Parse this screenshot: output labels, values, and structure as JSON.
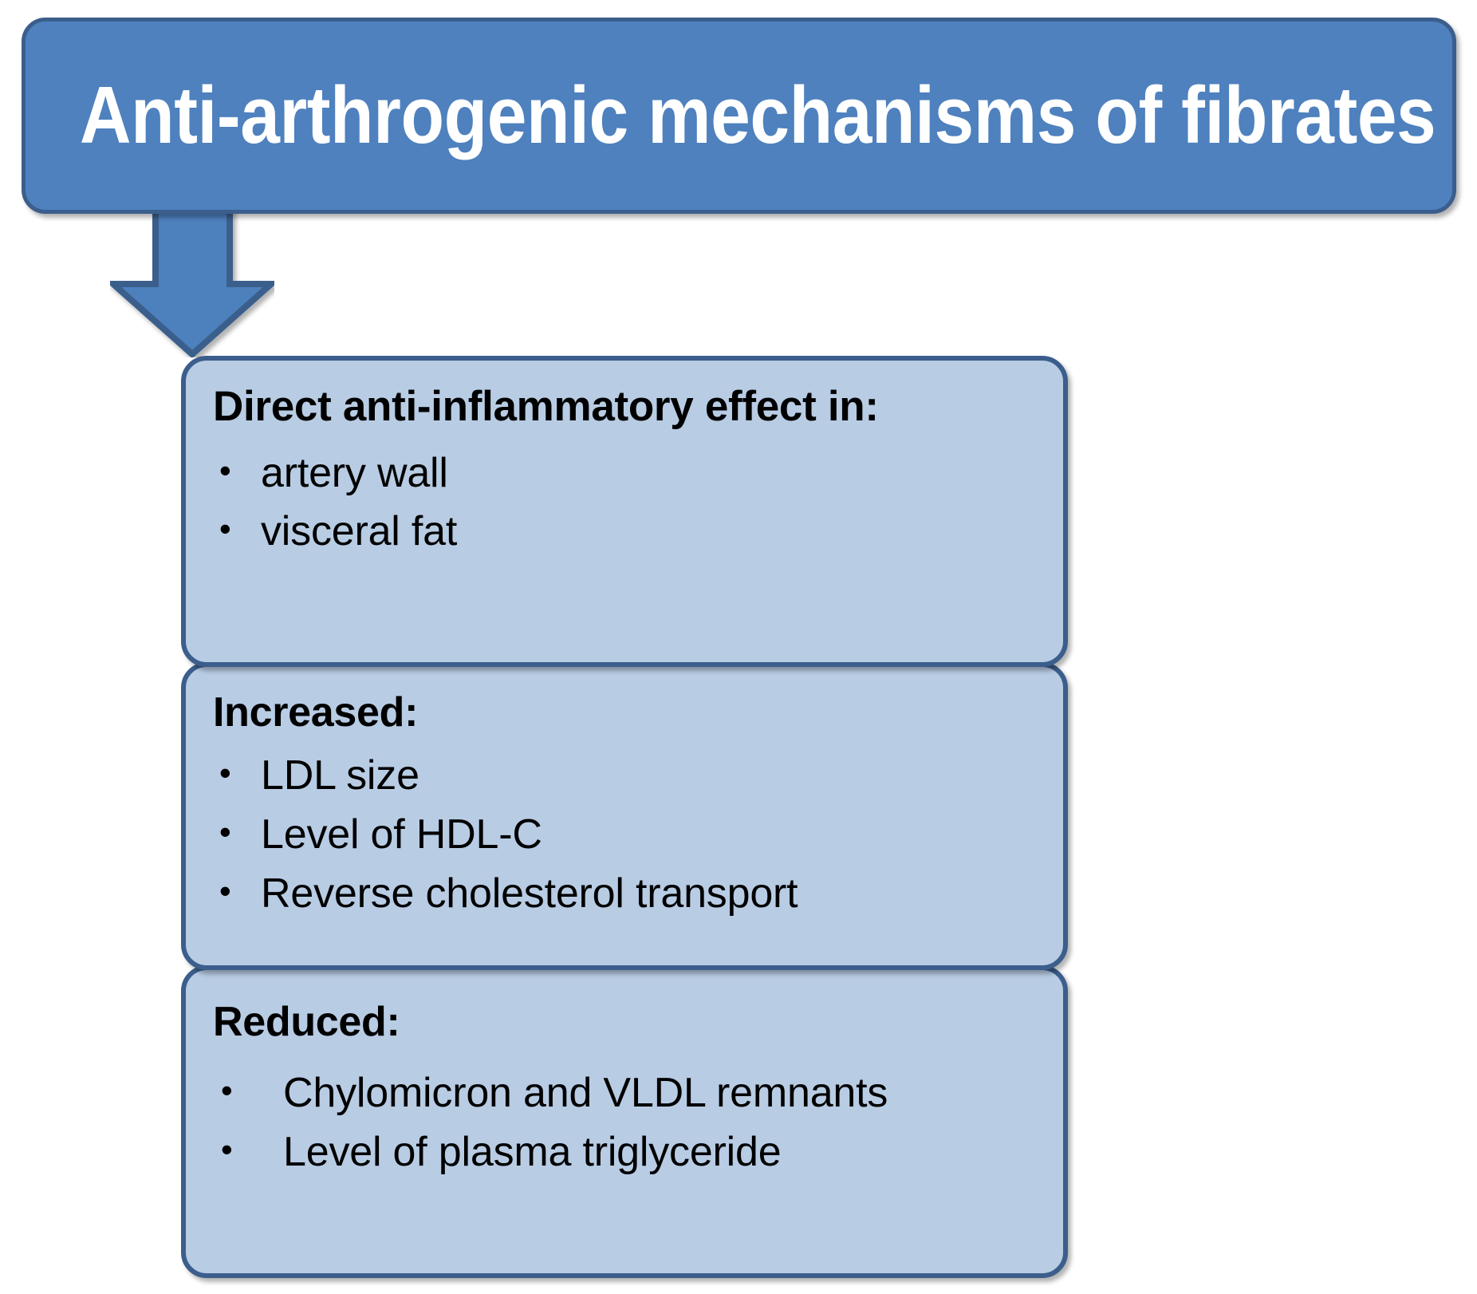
{
  "header": {
    "title": "Anti-arthrogenic mechanisms of fibrates",
    "fill_color": "#4E81BE",
    "border_color": "#3B5E8C",
    "text_color": "#FFFFFF"
  },
  "connector": {
    "icon": "down-arrow-icon",
    "fill_color": "#4E81BE",
    "border_color": "#3B5E8C"
  },
  "boxes": [
    {
      "id": "direct-anti-inflammatory",
      "heading": "Direct anti-inflammatory effect in:",
      "bullet_glyph": "•",
      "items": [
        "artery wall",
        "visceral fat"
      ],
      "fill_color": "#B8CCE4",
      "border_color": "#3B5E8C",
      "text_color": "#000000"
    },
    {
      "id": "increased",
      "heading": "Increased:",
      "bullet_glyph": "•",
      "items": [
        "LDL size",
        "Level of HDL-C",
        "Reverse cholesterol transport"
      ],
      "fill_color": "#B8CCE4",
      "border_color": "#3B5E8C",
      "text_color": "#000000"
    },
    {
      "id": "reduced",
      "heading": "Reduced:",
      "bullet_glyph": "•",
      "items": [
        "Chylomicron and VLDL remnants",
        "Level of plasma triglyceride"
      ],
      "fill_color": "#B8CCE4",
      "border_color": "#3B5E8C",
      "text_color": "#000000"
    }
  ]
}
